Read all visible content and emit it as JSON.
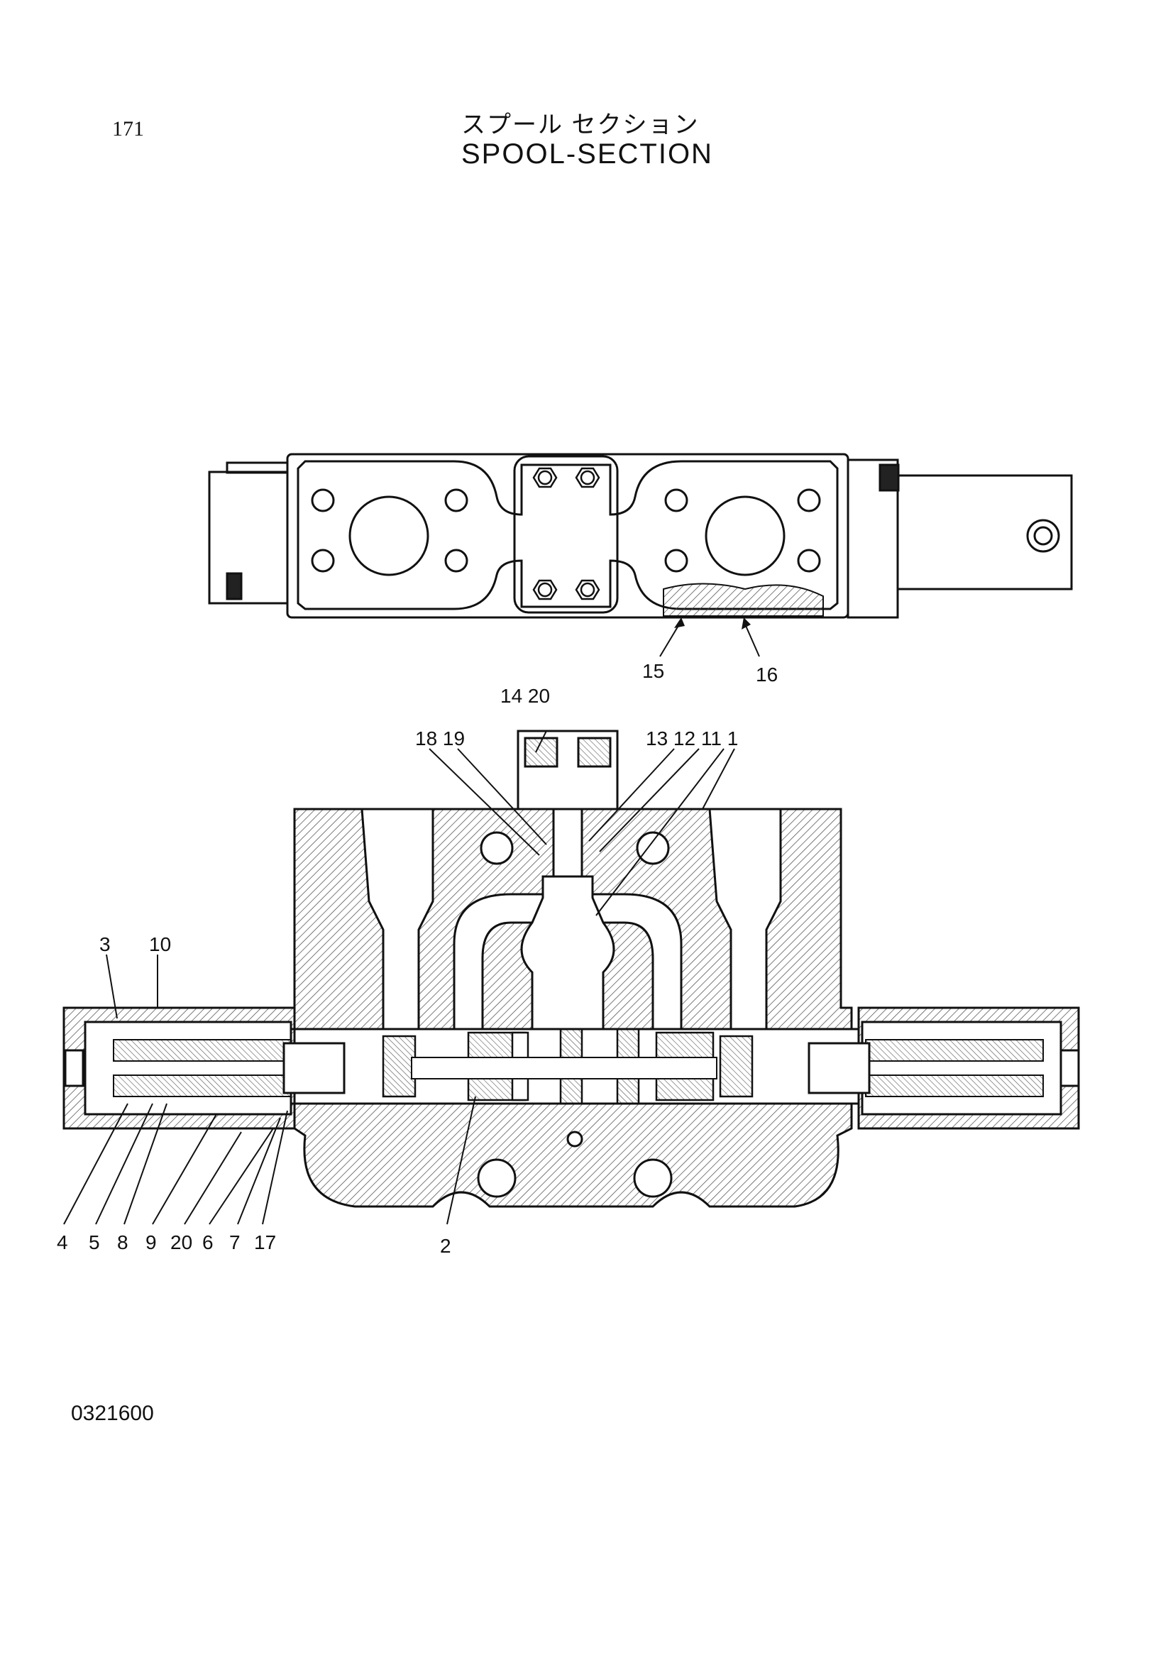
{
  "header": {
    "page_number": "171",
    "title_jp": "スプール セクション",
    "title_en": "SPOOL-SECTION"
  },
  "footer": {
    "doc_code": "0321600"
  },
  "callouts": {
    "c15": "15",
    "c16": "16",
    "c14_20": "14 20",
    "c18_19": "18 19",
    "c13_12_11_1": "13 12 11 1",
    "c3": "3",
    "c10": "10",
    "c4": "4",
    "c5": "5",
    "c8": "8",
    "c9": "9",
    "c20": "20",
    "c6": "6",
    "c7": "7",
    "c17": "17",
    "c2": "2"
  }
}
